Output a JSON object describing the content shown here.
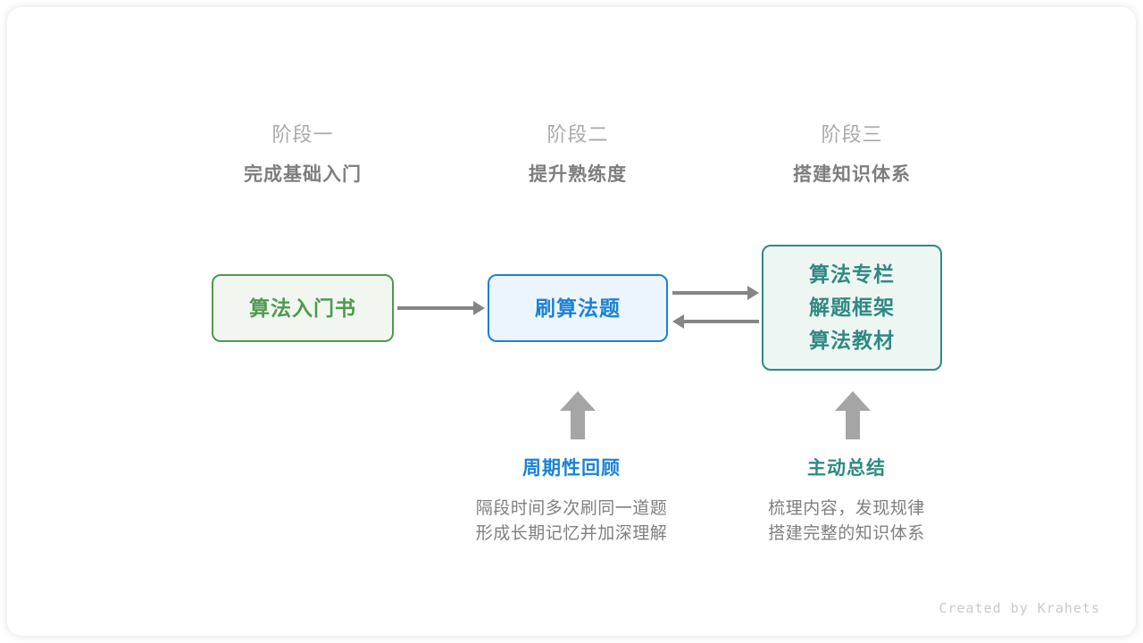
{
  "stages": [
    {
      "top": "阶段一",
      "main": "完成基础入门"
    },
    {
      "top": "阶段二",
      "main": "提升熟练度"
    },
    {
      "top": "阶段三",
      "main": "搭建知识体系"
    }
  ],
  "nodes": {
    "book": {
      "label": "算法入门书",
      "color": "#4e9a51",
      "fill": "#f1f7f0"
    },
    "practice": {
      "label": "刷算法题",
      "color": "#1b81d4",
      "fill": "#ecf5fd"
    },
    "resources": {
      "lines": [
        "算法专栏",
        "解题框架",
        "算法教材"
      ],
      "color": "#2f8a80",
      "fill": "#eef6f4"
    }
  },
  "notes": [
    {
      "title": "周期性回顾",
      "color": "#1b81d4",
      "desc_lines": [
        "隔段时间多次刷同一道题",
        "形成长期记忆并加深理解"
      ]
    },
    {
      "title": "主动总结",
      "color": "#2f8a80",
      "desc_lines": [
        "梳理内容，发现规律",
        "搭建完整的知识体系"
      ]
    }
  ],
  "arrows": {
    "book_to_practice": "arrow-right",
    "practice_to_resources": "arrow-right",
    "resources_to_practice": "arrow-left",
    "review_up": "arrow-up",
    "summary_up": "arrow-up"
  },
  "footer": {
    "credit": "Created by Krahets"
  }
}
